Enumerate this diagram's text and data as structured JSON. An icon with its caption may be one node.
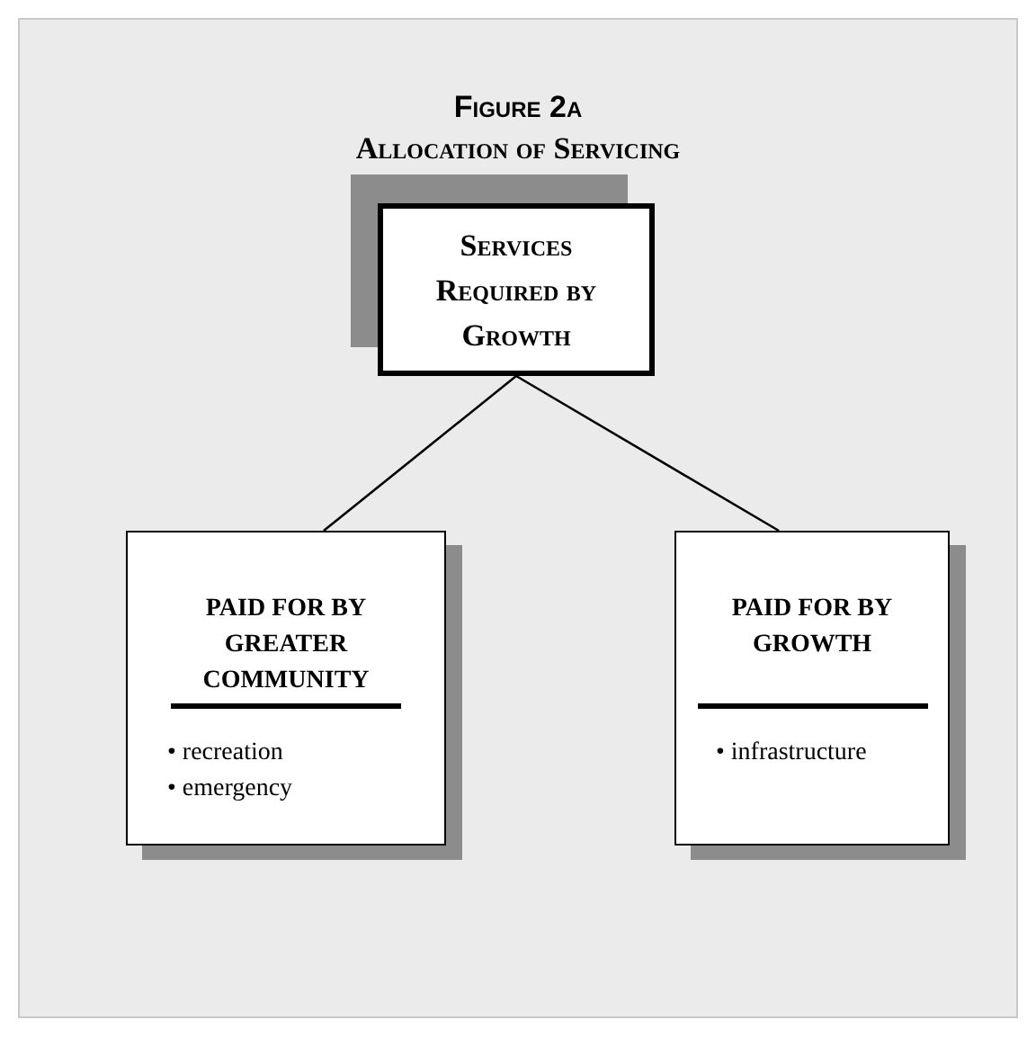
{
  "diagram": {
    "title": "Figure 2a",
    "labels": [
      "Allocation of Servicing"
    ],
    "nodes": [
      {
        "text": [
          "Services Required by Growth"
        ]
      },
      {
        "text": [
          "PAID FOR BY GREATER COMMUNITY",
          "• recreation",
          "• emergency"
        ]
      },
      {
        "text": [
          "PAID FOR BY GROWTH",
          "• infrastructure"
        ]
      }
    ],
    "edges": [
      {
        "from": 0,
        "to": 1,
        "arrow": "none"
      },
      {
        "from": 0,
        "to": 2,
        "arrow": "none"
      }
    ]
  }
}
